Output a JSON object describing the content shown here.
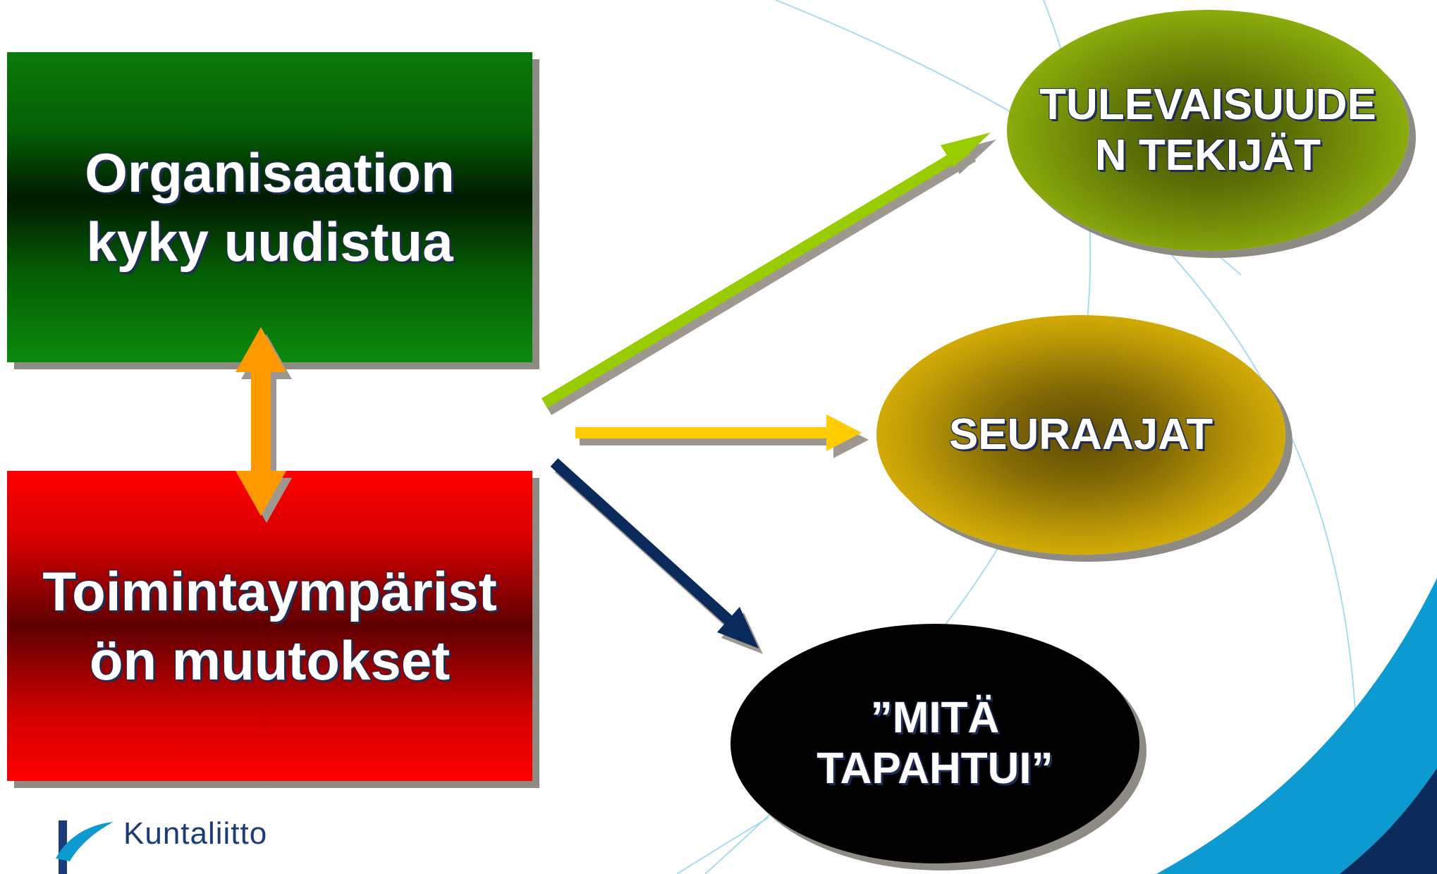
{
  "left_boxes": [
    {
      "id": "org",
      "label": "Organisaation\nkyky uudistua",
      "color": "#067006"
    },
    {
      "id": "env",
      "label": "Toimintaympärist\nön muutokset",
      "color": "#e00000"
    }
  ],
  "outcomes": [
    {
      "id": "tulevaisuus",
      "label": "TULEVAISUUDE\nN TEKIJÄT",
      "color": "#8cb40e"
    },
    {
      "id": "seuraajat",
      "label": "SEURAAJAT",
      "color": "#e6b800"
    },
    {
      "id": "mita",
      "label": "”MITÄ\nTAPAHTUI”",
      "color": "#000000"
    }
  ],
  "arrow_colors": {
    "link": "#ff9900",
    "to_tulevaisuus": "#99cc00",
    "to_seuraajat": "#ffcc00",
    "to_mita": "#0a2a5c",
    "shadow": "#9e9890"
  },
  "logo": {
    "text": "Kuntaliitto",
    "color": "#1c3c78"
  }
}
